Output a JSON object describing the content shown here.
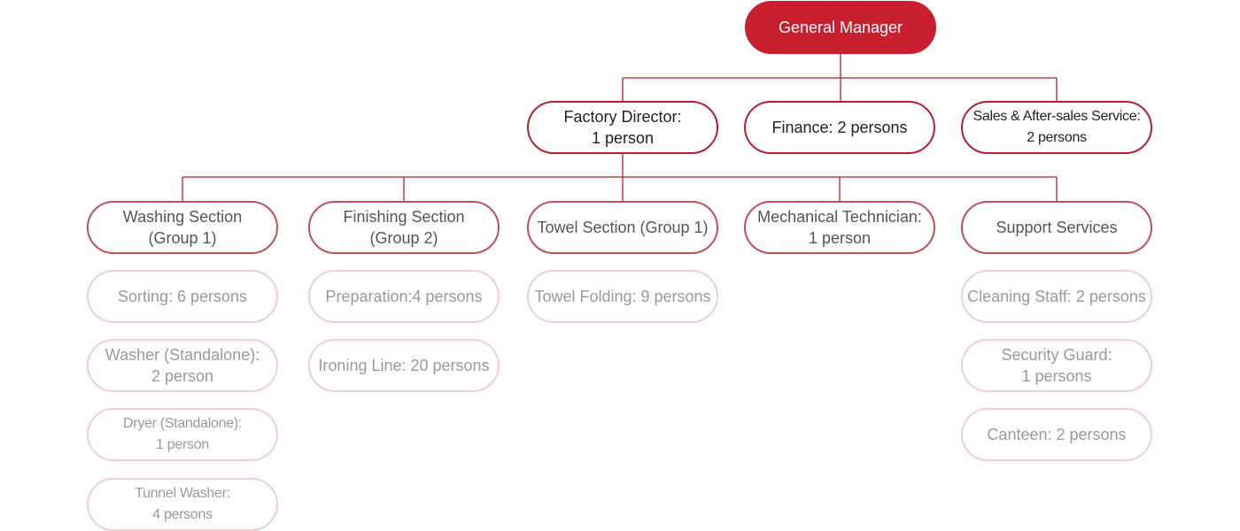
{
  "colors": {
    "accent": "#c8202f",
    "line": "#b5202f",
    "dept_border": "#c0505a",
    "sub_border": "#f0cfd2"
  },
  "top": {
    "general_manager": "General Manager"
  },
  "level2": [
    {
      "id": "factory-director",
      "label": "Factory Director:\n1 person"
    },
    {
      "id": "finance",
      "label": "Finance: 2 persons"
    },
    {
      "id": "sales",
      "label": "Sales & After-sales Service:\n2 persons"
    }
  ],
  "departments": [
    {
      "id": "washing",
      "label": "Washing Section\n(Group 1)",
      "children": [
        "Sorting: 6 persons",
        "Washer (Standalone):\n2 person",
        "Dryer (Standalone):\n1 person",
        "Tunnel Washer:\n4 persons"
      ]
    },
    {
      "id": "finishing",
      "label": "Finishing Section\n(Group 2)",
      "children": [
        "Preparation:4 persons",
        "Ironing Line: 20 persons"
      ]
    },
    {
      "id": "towel",
      "label": "Towel Section (Group 1)",
      "children": [
        "Towel Folding: 9 persons"
      ]
    },
    {
      "id": "mechanical",
      "label": "Mechanical Technician:\n1 person",
      "children": []
    },
    {
      "id": "support",
      "label": "Support Services",
      "children": [
        "Cleaning Staff: 2 persons",
        "Security Guard:\n1 persons",
        "Canteen: 2 persons"
      ]
    }
  ]
}
